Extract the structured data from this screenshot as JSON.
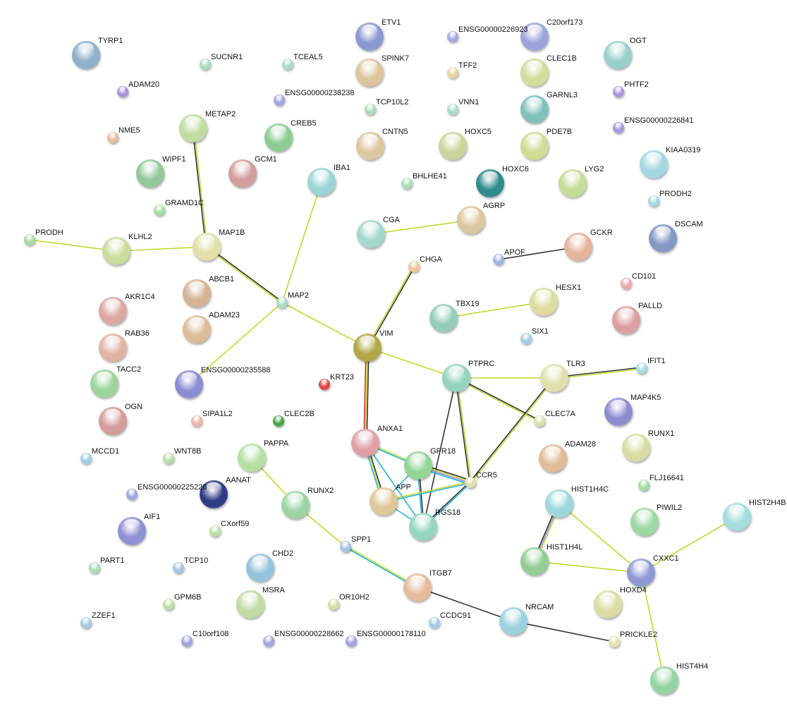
{
  "title": "Protein interaction network",
  "evidence_colors": {
    "textmining": "#c2d82c",
    "coexpression": "#333333",
    "experiments": "#e8242a",
    "databases": "#22b4dc",
    "homology": "#9a8cf0"
  },
  "nodes": [
    {
      "label": "TYRP1",
      "color": "#8fb0c8"
    },
    {
      "label": "ADAM20",
      "color": "#a890dc"
    },
    {
      "label": "NME5",
      "color": "#e4bc9c"
    },
    {
      "label": "SUCNR1",
      "color": "#a8dcbc"
    },
    {
      "label": "TCEAL5",
      "color": "#a8dcc8"
    },
    {
      "label": "ETV1",
      "color": "#8c98d0"
    },
    {
      "label": "ENSG00000226923",
      "color": "#a4a8e0"
    },
    {
      "label": "C20orf173",
      "color": "#9ca4dc"
    },
    {
      "label": "OGT",
      "color": "#98d0cc"
    },
    {
      "label": "SPINK7",
      "color": "#dcc49c"
    },
    {
      "label": "TFF2",
      "color": "#e4d49c"
    },
    {
      "label": "CLEC1B",
      "color": "#d4dc9c"
    },
    {
      "label": "ENSG00000238238",
      "color": "#a0a4e0"
    },
    {
      "label": "TCP10L2",
      "color": "#a8dcbc"
    },
    {
      "label": "VNN1",
      "color": "#a8dcc8"
    },
    {
      "label": "GARNL3",
      "color": "#80c0bc"
    },
    {
      "label": "PHTF2",
      "color": "#a898dc"
    },
    {
      "label": "METAP2",
      "color": "#c0dca0"
    },
    {
      "label": "CREB5",
      "color": "#8ccc94"
    },
    {
      "label": "CNTN5",
      "color": "#dcc8a0"
    },
    {
      "label": "HOXC5",
      "color": "#ccd49c"
    },
    {
      "label": "PDE7B",
      "color": "#d0dc94"
    },
    {
      "label": "ENSG00000226841",
      "color": "#a098dc"
    },
    {
      "label": "WIPF1",
      "color": "#94c89c"
    },
    {
      "label": "GCM1",
      "color": "#d49c9c"
    },
    {
      "label": "IBA1",
      "color": "#9cd4d4"
    },
    {
      "label": "BHLHE41",
      "color": "#a8dcb8"
    },
    {
      "label": "HOXC6",
      "color": "#308c8c"
    },
    {
      "label": "LYG2",
      "color": "#c4dc94"
    },
    {
      "label": "KIAA0319",
      "color": "#a4d8e0"
    },
    {
      "label": "GRAMD1C",
      "color": "#a4dcac"
    },
    {
      "label": "PRODH2",
      "color": "#a4d8e0"
    },
    {
      "label": "AGRP",
      "color": "#dcc8a0"
    },
    {
      "label": "CGA",
      "color": "#a4d8cc"
    },
    {
      "label": "PRODH",
      "color": "#a4d8a0"
    },
    {
      "label": "KLHL2",
      "color": "#c8dc9c"
    },
    {
      "label": "MAP1B",
      "color": "#e0e0a8"
    },
    {
      "label": "DSCAM",
      "color": "#8498c4"
    },
    {
      "label": "GCKR",
      "color": "#e4b49c"
    },
    {
      "label": "APOF",
      "color": "#a0b4e0"
    },
    {
      "label": "CHGA",
      "color": "#f0c494"
    },
    {
      "label": "ABCB1",
      "color": "#d4b494"
    },
    {
      "label": "MAP2",
      "color": "#a8dcc4"
    },
    {
      "label": "CD101",
      "color": "#f0a8a8"
    },
    {
      "label": "HESX1",
      "color": "#dcdca0"
    },
    {
      "label": "AKR1C4",
      "color": "#dca8a0"
    },
    {
      "label": "TBX19",
      "color": "#94ccb8"
    },
    {
      "label": "PALLD",
      "color": "#dca0a0"
    },
    {
      "label": "ADAM23",
      "color": "#dcbc98"
    },
    {
      "label": "RAB36",
      "color": "#e0b4a4"
    },
    {
      "label": "SIX1",
      "color": "#a4cce4"
    },
    {
      "label": "VIM",
      "color": "#b0a848"
    },
    {
      "label": "PTPRC",
      "color": "#94d4bc"
    },
    {
      "label": "TLR3",
      "color": "#e0e0ac"
    },
    {
      "label": "IFIT1",
      "color": "#a4dcdc"
    },
    {
      "label": "TACC2",
      "color": "#9cd49c"
    },
    {
      "label": "ENSG00000235588",
      "color": "#8c8cd4"
    },
    {
      "label": "KRT23",
      "color": "#e04444"
    },
    {
      "label": "MAP4K5",
      "color": "#8c8cd0"
    },
    {
      "label": "CLEC7A",
      "color": "#d8e0ac"
    },
    {
      "label": "OGN",
      "color": "#d49c9c"
    },
    {
      "label": "SIPA1L2",
      "color": "#ecb4a8"
    },
    {
      "label": "CLEC2B",
      "color": "#44a444"
    },
    {
      "label": "ANXA1",
      "color": "#e0a0a8"
    },
    {
      "label": "RUNX1",
      "color": "#d8dca4"
    },
    {
      "label": "MCCD1",
      "color": "#a4cce4"
    },
    {
      "label": "WNT8B",
      "color": "#b4e0a4"
    },
    {
      "label": "PAPPA",
      "color": "#b4e0a4"
    },
    {
      "label": "GPR18",
      "color": "#94d494"
    },
    {
      "label": "ADAM28",
      "color": "#e0bc98"
    },
    {
      "label": "CCR5",
      "color": "#e0dcac"
    },
    {
      "label": "FLJ16641",
      "color": "#a4dca4"
    },
    {
      "label": "ENSG00000225228",
      "color": "#a0a4e0"
    },
    {
      "label": "AANAT",
      "color": "#303c84"
    },
    {
      "label": "APP",
      "color": "#dcc898"
    },
    {
      "label": "RUNX2",
      "color": "#9cd4a4"
    },
    {
      "label": "HIST1H4C",
      "color": "#9cd8dc"
    },
    {
      "label": "PIWIL2",
      "color": "#9cd8a4"
    },
    {
      "label": "HIST2H4B",
      "color": "#a4dcdc"
    },
    {
      "label": "AIF1",
      "color": "#9090d4"
    },
    {
      "label": "CXorf59",
      "color": "#bce0a4"
    },
    {
      "label": "RGS18",
      "color": "#94d4c0"
    },
    {
      "label": "SPP1",
      "color": "#a4c4e4"
    },
    {
      "label": "CHD2",
      "color": "#94c4dc"
    },
    {
      "label": "PART1",
      "color": "#a8dcbc"
    },
    {
      "label": "TCP10",
      "color": "#a4c4e4"
    },
    {
      "label": "HIST1H4L",
      "color": "#94cc94"
    },
    {
      "label": "CXXC1",
      "color": "#9098d4"
    },
    {
      "label": "ITGB7",
      "color": "#e4bc9c"
    },
    {
      "label": "GPM6B",
      "color": "#bce0a4"
    },
    {
      "label": "MSRA",
      "color": "#c0dca4"
    },
    {
      "label": "OR10H2",
      "color": "#d0e0a4"
    },
    {
      "label": "HOXD4",
      "color": "#dcdca4"
    },
    {
      "label": "ZZEF1",
      "color": "#a4cce0"
    },
    {
      "label": "NRCAM",
      "color": "#9cd0dc"
    },
    {
      "label": "CCDC91",
      "color": "#a4cce4"
    },
    {
      "label": "C10orf108",
      "color": "#a0a4e0"
    },
    {
      "label": "ENSG00000228662",
      "color": "#a0a4e0"
    },
    {
      "label": "ENSG00000178110",
      "color": "#a0a4e0"
    },
    {
      "label": "PRICKLE2",
      "color": "#e4e0ac"
    },
    {
      "label": "HIST4H4",
      "color": "#94d4a4"
    }
  ],
  "edges": [
    {
      "a": "METAP2",
      "b": "MAP1B",
      "evidence": [
        "textmining",
        "coexpression"
      ]
    },
    {
      "a": "PRODH",
      "b": "KLHL2",
      "evidence": [
        "textmining"
      ]
    },
    {
      "a": "KLHL2",
      "b": "MAP1B",
      "evidence": [
        "textmining"
      ]
    },
    {
      "a": "MAP1B",
      "b": "MAP2",
      "evidence": [
        "coexpression",
        "textmining"
      ]
    },
    {
      "a": "IBA1",
      "b": "MAP2",
      "evidence": [
        "textmining"
      ]
    },
    {
      "a": "MAP2",
      "b": "ENSG00000235588",
      "evidence": [
        "textmining"
      ]
    },
    {
      "a": "MAP2",
      "b": "VIM",
      "evidence": [
        "textmining"
      ]
    },
    {
      "a": "CGA",
      "b": "AGRP",
      "evidence": [
        "textmining"
      ]
    },
    {
      "a": "APOF",
      "b": "GCKR",
      "evidence": [
        "coexpression"
      ]
    },
    {
      "a": "CHGA",
      "b": "VIM",
      "evidence": [
        "coexpression",
        "textmining"
      ]
    },
    {
      "a": "TBX19",
      "b": "HESX1",
      "evidence": [
        "textmining"
      ]
    },
    {
      "a": "VIM",
      "b": "PTPRC",
      "evidence": [
        "textmining"
      ]
    },
    {
      "a": "VIM",
      "b": "ANXA1",
      "evidence": [
        "coexpression",
        "textmining",
        "experiments"
      ]
    },
    {
      "a": "PTPRC",
      "b": "TLR3",
      "evidence": [
        "textmining"
      ]
    },
    {
      "a": "TLR3",
      "b": "IFIT1",
      "evidence": [
        "coexpression",
        "textmining"
      ]
    },
    {
      "a": "PTPRC",
      "b": "CLEC7A",
      "evidence": [
        "coexpression",
        "textmining"
      ]
    },
    {
      "a": "PTPRC",
      "b": "CCR5",
      "evidence": [
        "textmining",
        "coexpression"
      ]
    },
    {
      "a": "PTPRC",
      "b": "RGS18",
      "evidence": [
        "coexpression"
      ]
    },
    {
      "a": "TLR3",
      "b": "CCR5",
      "evidence": [
        "textmining",
        "coexpression"
      ]
    },
    {
      "a": "ANXA1",
      "b": "GPR18",
      "evidence": [
        "textmining",
        "databases"
      ]
    },
    {
      "a": "ANXA1",
      "b": "APP",
      "evidence": [
        "coexpression",
        "textmining",
        "databases"
      ]
    },
    {
      "a": "ANXA1",
      "b": "RGS18",
      "evidence": [
        "databases"
      ]
    },
    {
      "a": "GPR18",
      "b": "CCR5",
      "evidence": [
        "coexpression",
        "textmining",
        "homology",
        "databases"
      ]
    },
    {
      "a": "GPR18",
      "b": "RGS18",
      "evidence": [
        "coexpression",
        "databases"
      ]
    },
    {
      "a": "GPR18",
      "b": "APP",
      "evidence": [
        "databases"
      ]
    },
    {
      "a": "APP",
      "b": "CCR5",
      "evidence": [
        "textmining",
        "databases"
      ]
    },
    {
      "a": "APP",
      "b": "RGS18",
      "evidence": [
        "databases"
      ]
    },
    {
      "a": "RGS18",
      "b": "CCR5",
      "evidence": [
        "coexpression",
        "databases"
      ]
    },
    {
      "a": "PAPPA",
      "b": "RUNX2",
      "evidence": [
        "textmining"
      ]
    },
    {
      "a": "RUNX2",
      "b": "SPP1",
      "evidence": [
        "textmining"
      ]
    },
    {
      "a": "SPP1",
      "b": "ITGB7",
      "evidence": [
        "textmining",
        "databases"
      ]
    },
    {
      "a": "ITGB7",
      "b": "NRCAM",
      "evidence": [
        "coexpression"
      ]
    },
    {
      "a": "NRCAM",
      "b": "PRICKLE2",
      "evidence": [
        "coexpression"
      ]
    },
    {
      "a": "HIST1H4C",
      "b": "HIST1H4L",
      "evidence": [
        "textmining",
        "homology",
        "coexpression"
      ]
    },
    {
      "a": "HIST1H4C",
      "b": "CXXC1",
      "evidence": [
        "textmining"
      ]
    },
    {
      "a": "HIST1H4L",
      "b": "CXXC1",
      "evidence": [
        "textmining"
      ]
    },
    {
      "a": "HIST2H4B",
      "b": "CXXC1",
      "evidence": [
        "textmining"
      ]
    },
    {
      "a": "CXXC1",
      "b": "HIST4H4",
      "evidence": [
        "textmining"
      ]
    }
  ]
}
